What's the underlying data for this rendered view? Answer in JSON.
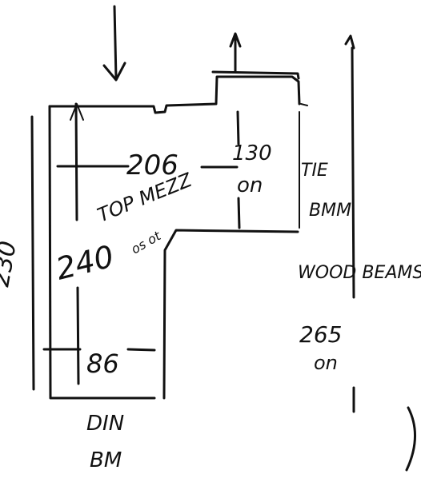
{
  "labels": {
    "dim_206": "206",
    "dim_130": "130",
    "dim_130_unit": "on",
    "top_mezz": "TOP MEZZ",
    "dim_230": "230",
    "dim_240": "240",
    "dim_240_note": "os ot",
    "dim_86": "86",
    "tie_beam_line1": "TIE",
    "tie_beam_line2": "BMM",
    "wood_beams": "WOOD BEAMS",
    "dim_265": "265",
    "dim_265_unit": "on",
    "din_bm_line1": "DIN",
    "din_bm_line2": "BM"
  },
  "colors": {
    "ink": "#111111",
    "paper": "#ffffff"
  }
}
